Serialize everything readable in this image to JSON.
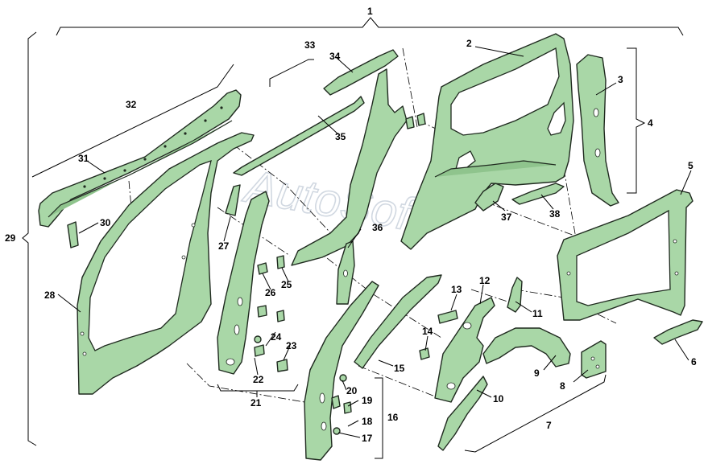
{
  "watermark": "AutoSoft",
  "callouts": {
    "c1": "1",
    "c2": "2",
    "c3": "3",
    "c4": "4",
    "c5": "5",
    "c6": "6",
    "c7": "7",
    "c8": "8",
    "c9": "9",
    "c10": "10",
    "c11": "11",
    "c12": "12",
    "c13": "13",
    "c14": "14",
    "c15": "15",
    "c16": "16",
    "c17": "17",
    "c18": "18",
    "c19": "19",
    "c20": "20",
    "c21": "21",
    "c22": "22",
    "c23": "23",
    "c24": "24",
    "c25": "25",
    "c26": "26",
    "c27": "27",
    "c28": "28",
    "c29": "29",
    "c30": "30",
    "c31": "31",
    "c32": "32",
    "c33": "33",
    "c34": "34",
    "c35": "35",
    "c36": "36",
    "c37": "37",
    "c38": "38"
  },
  "colors": {
    "panel_fill": "#a9d7a7",
    "outline": "#1f2a1f",
    "watermark": "#c9d2dc"
  }
}
